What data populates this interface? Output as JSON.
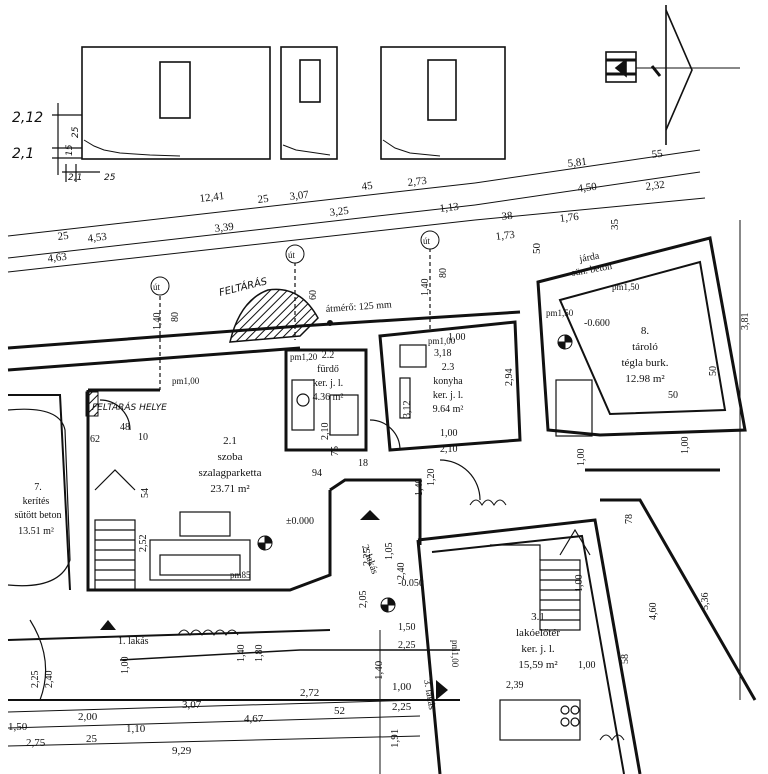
{
  "handwritten": {
    "level_a": "2,12",
    "level_b": "2,1",
    "dim_25": "25",
    "dim_15": "15",
    "dim_bottom": "2,1",
    "dim_bottom2": "25",
    "note_top": "FELTÁRÁS",
    "note_left": "FELTÁRÁS HELYE"
  },
  "rooms": [
    {
      "num": "2.1",
      "name": "szoba",
      "floor": "szalagparketta",
      "area": "23.71 m²"
    },
    {
      "num": "2.2",
      "name": "fürdő",
      "floor": "ker. j. l.",
      "area": "4.36 m²"
    },
    {
      "num": "2.3",
      "name": "konyha",
      "floor": "ker. j. l.",
      "area": "9.64 m²"
    },
    {
      "num": "8.",
      "name": "tároló",
      "floor": "tégla burk.",
      "area": "12.98 m²"
    },
    {
      "num": "3.1",
      "name": "lakóelőtér",
      "floor": "ker. j. l.",
      "area": "15,59 m²"
    },
    {
      "num": "7.",
      "name": "kerítés",
      "floor": "sütött beton",
      "area": "13.51 m²"
    },
    {
      "num": "48",
      "name": "",
      "floor": "",
      "area": ""
    }
  ],
  "labels": {
    "diameter": "átmérő: 125 mm",
    "sidewalk": "járda",
    "sidewalk_mat": "sün. beton",
    "flat1": "1. lakás",
    "flat2": "2. lakás",
    "flat3": "3. lakás",
    "ut": "út",
    "level_0": "±0.000",
    "level_m0600": "-0.600",
    "level_m0050": "-0.050",
    "pm100": "pm1,00",
    "pm120": "pm1,20",
    "pm150": "pm1,50",
    "pm85": "pm85"
  },
  "dimensions": {
    "top_row1": [
      "12,41",
      "25",
      "3,07",
      "45",
      "2,73",
      "5,81",
      "55"
    ],
    "top_row2": [
      "4,53",
      "3,39",
      "3,25",
      "1,13",
      "38",
      "4,50",
      "2,32"
    ],
    "top_row3": [
      "25",
      "4,63",
      "1,73",
      "1,76",
      "35",
      "50"
    ],
    "bottom_row1": [
      "3,07",
      "2,72",
      "1,40",
      "1,00"
    ],
    "bottom_row2": [
      "2,00",
      "1,10",
      "4,67",
      "52",
      "2,25"
    ],
    "bottom_row3": [
      "1,50",
      "2,75",
      "25",
      "9,29",
      "1,91"
    ],
    "misc": [
      "1,40",
      "80",
      "1,40",
      "80",
      "60",
      "1,00",
      "3,18",
      "2,94",
      "3,12",
      "1,00",
      "2,10",
      "75",
      "94",
      "18",
      "2,10",
      "1,40",
      "1,20",
      "1,05",
      "2,40",
      "2,25",
      "2,05",
      "1,50",
      "2,25",
      "1,00",
      "2,39",
      "1,00",
      "58",
      "4,60",
      "5,36",
      "78",
      "1,00",
      "1,00",
      "50",
      "50",
      "3,81",
      "10",
      "62",
      "54",
      "2,52",
      "2,25",
      "2,40",
      "1,00",
      "1,80",
      "1,40"
    ]
  }
}
